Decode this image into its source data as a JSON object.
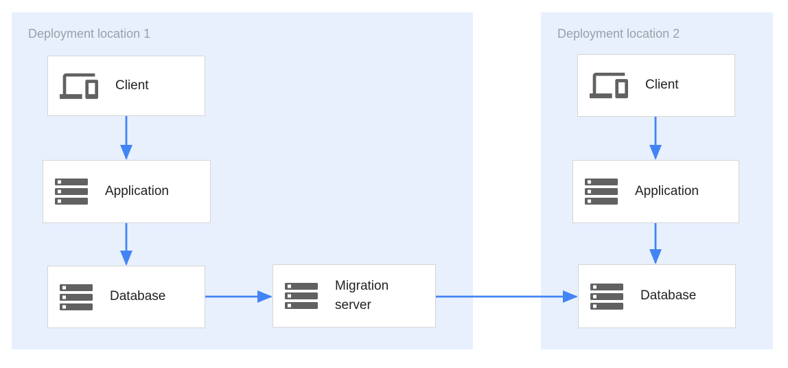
{
  "panels": [
    {
      "title": "Deployment location 1"
    },
    {
      "title": "Deployment location 2"
    }
  ],
  "nodes": {
    "client1": {
      "label": "Client",
      "icon": "devices-icon"
    },
    "app1": {
      "label": "Application",
      "icon": "server-stack-icon"
    },
    "db1": {
      "label": "Database",
      "icon": "server-stack-icon"
    },
    "migration": {
      "label": "Migration\nserver",
      "icon": "server-stack-icon"
    },
    "client2": {
      "label": "Client",
      "icon": "devices-icon"
    },
    "app2": {
      "label": "Application",
      "icon": "server-stack-icon"
    },
    "db2": {
      "label": "Database",
      "icon": "server-stack-icon"
    }
  },
  "edges": [
    {
      "from": "client1",
      "to": "app1",
      "direction": "down"
    },
    {
      "from": "app1",
      "to": "db1",
      "direction": "down"
    },
    {
      "from": "db1",
      "to": "migration",
      "direction": "right"
    },
    {
      "from": "migration",
      "to": "db2",
      "direction": "right"
    },
    {
      "from": "client2",
      "to": "app2",
      "direction": "down"
    },
    {
      "from": "app2",
      "to": "db2",
      "direction": "down"
    }
  ],
  "colors": {
    "canvas_bg": "#ffffff",
    "panel_bg": "#e8f0fe",
    "box_bg": "#ffffff",
    "box_border": "#d5d5d5",
    "arrow": "#4284f4",
    "icon": "#616161",
    "label": "#212121",
    "panel_title": "#9aa0a6"
  }
}
